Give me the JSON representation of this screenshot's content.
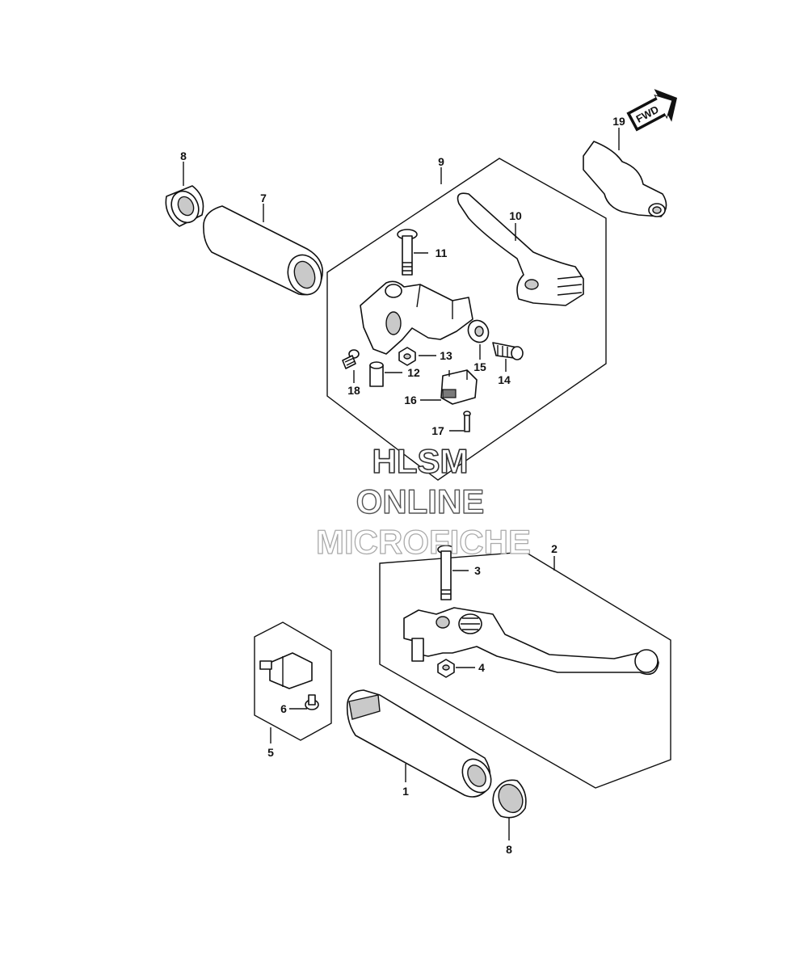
{
  "callouts": {
    "c1": "1",
    "c2": "2",
    "c3": "3",
    "c4": "4",
    "c5": "5",
    "c6": "6",
    "c7": "7",
    "c8a": "8",
    "c8b": "8",
    "c9": "9",
    "c10": "10",
    "c11": "11",
    "c12": "12",
    "c13": "13",
    "c14": "14",
    "c15": "15",
    "c16": "16",
    "c17": "17",
    "c18": "18",
    "c19": "19"
  },
  "direction_label": "FWD",
  "watermark": {
    "line1": "HLSM",
    "line2": "ONLINE",
    "line3": "MICROFICHE"
  },
  "colors": {
    "ink": "#111111",
    "shading": "#c9c9c9",
    "watermark_outline_dark": "#333333",
    "watermark_outline_light": "#aaaaaa"
  }
}
